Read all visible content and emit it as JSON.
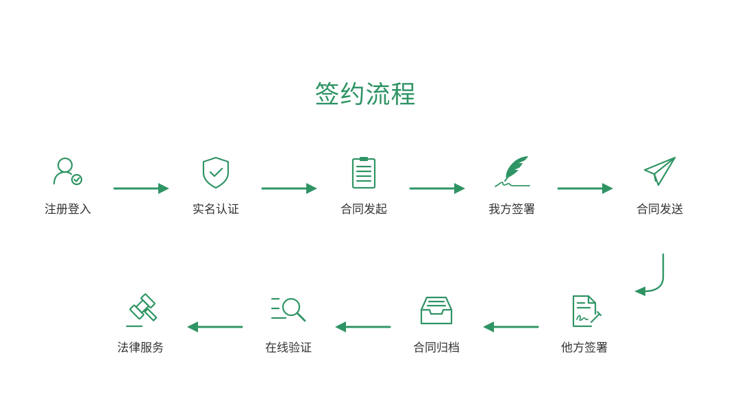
{
  "title": "签约流程",
  "colors": {
    "accent": "#2f9464",
    "text": "#333333"
  },
  "steps": [
    {
      "label": "注册登入",
      "icon": "user-check-icon"
    },
    {
      "label": "实名认证",
      "icon": "shield-check-icon"
    },
    {
      "label": "合同发起",
      "icon": "clipboard-icon"
    },
    {
      "label": "我方签署",
      "icon": "quill-icon"
    },
    {
      "label": "合同发送",
      "icon": "paper-plane-icon"
    },
    {
      "label": "他方签署",
      "icon": "signed-document-icon"
    },
    {
      "label": "合同归档",
      "icon": "archive-tray-icon"
    },
    {
      "label": "在线验证",
      "icon": "search-list-icon"
    },
    {
      "label": "法律服务",
      "icon": "gavel-icon"
    }
  ]
}
